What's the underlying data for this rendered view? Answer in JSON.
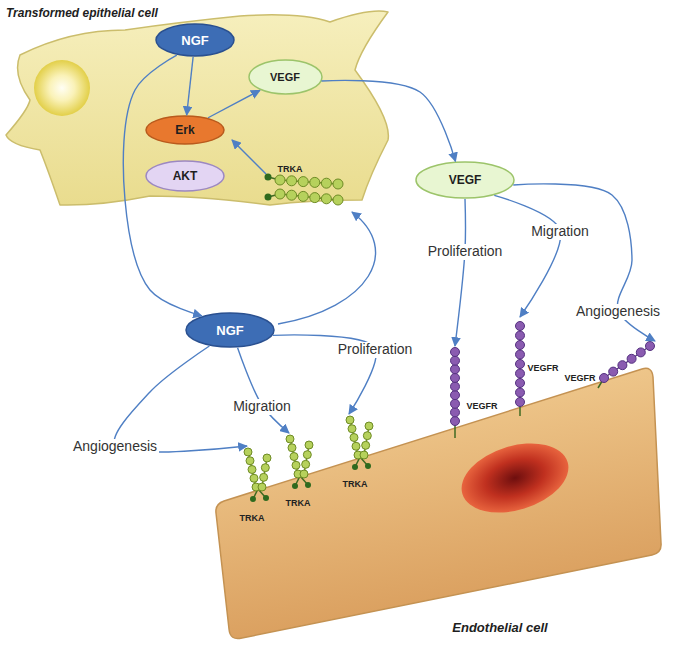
{
  "diagram": {
    "nodes": [
      {
        "text": [
          "Transformed epithelial cell"
        ]
      },
      {
        "text": [
          "NGF"
        ],
        "in": 0
      },
      {
        "text": [
          "VEGF"
        ],
        "in": 0
      },
      {
        "text": [
          "Erk"
        ],
        "in": 0
      },
      {
        "text": [
          "AKT"
        ],
        "in": 0
      },
      {
        "text": [
          "VEGF"
        ]
      },
      {
        "text": [
          "NGF"
        ]
      },
      {
        "text": [
          "Endothelial cell"
        ]
      }
    ],
    "edges": [
      {
        "from": 1,
        "to": 3,
        "arrow": "to"
      },
      {
        "from": 3,
        "to": 2,
        "arrow": "to"
      },
      {
        "from": 2,
        "to": 5,
        "arrow": "to"
      },
      {
        "from": 1,
        "to": 6,
        "arrow": "to"
      },
      {
        "from": 5,
        "to": 7,
        "label": "Proliferation",
        "arrow": "to"
      },
      {
        "from": 5,
        "to": 7,
        "label": "Migration",
        "arrow": "to"
      },
      {
        "from": 5,
        "to": 7,
        "label": "Angiogenesis",
        "arrow": "to"
      },
      {
        "from": 6,
        "to": 7,
        "label": "Proliferation",
        "arrow": "to"
      },
      {
        "from": 6,
        "to": 7,
        "label": "Migration",
        "arrow": "to"
      },
      {
        "from": 6,
        "to": 7,
        "label": "Angiogenesis",
        "arrow": "to"
      }
    ],
    "labels": [
      "TRKA",
      "TRKA",
      "TRKA",
      "TRKA",
      "VEGFR",
      "VEGFR",
      "VEGFR"
    ]
  }
}
